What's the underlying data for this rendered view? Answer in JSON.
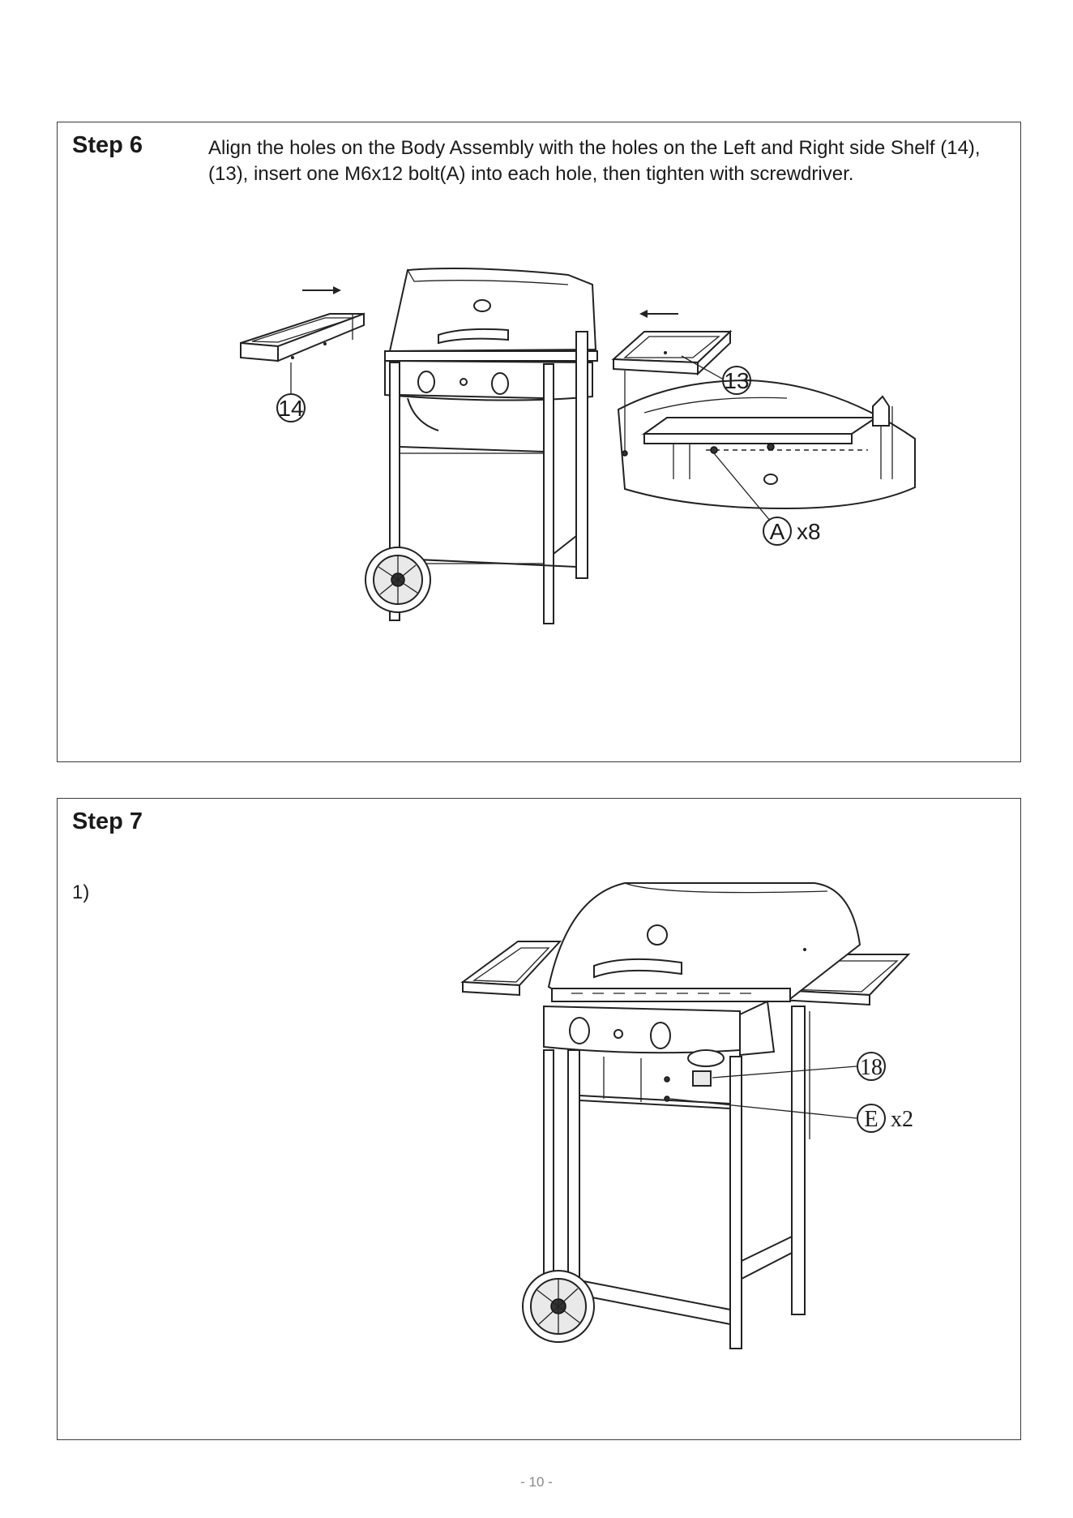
{
  "steps": [
    {
      "title": "Step 6",
      "text": "Align the holes on the Body Assembly with the holes on the Left and Right side Shelf (14),(13), insert one M6x12 bolt(A) into each hole, then tighten with screwdriver.",
      "callouts": {
        "left_shelf": "14",
        "right_shelf": "13",
        "bolt_letter": "A",
        "bolt_qty": "x8"
      }
    },
    {
      "title": "Step 7",
      "substep": "1)",
      "callouts": {
        "part": "18",
        "screw_letter": "E",
        "screw_qty": "x2"
      }
    }
  ],
  "page_number": "- 10 -"
}
